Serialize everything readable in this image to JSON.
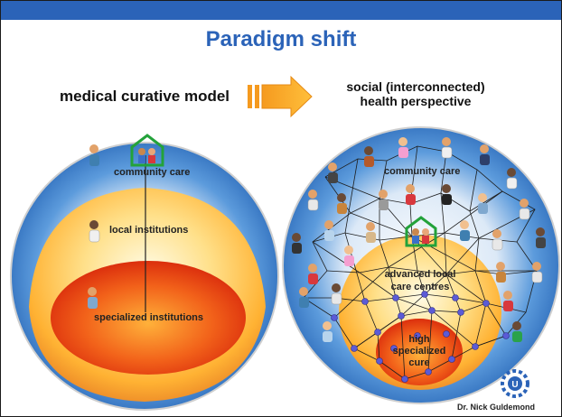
{
  "slide": {
    "title": "Paradigm shift",
    "left_heading": "medical curative model",
    "right_heading_line1": "social (interconnected)",
    "right_heading_line2": "health perspective",
    "credit": "Dr. Nick Guldemond"
  },
  "left_diagram": {
    "outer_label": "community care",
    "middle_label": "local institutions",
    "inner_label": "specialized institutions"
  },
  "right_diagram": {
    "outer_label": "community care",
    "middle_label_line1": "advanced local",
    "middle_label_line2": "care centres",
    "inner_label_line1": "high",
    "inner_label_line2": "specialized",
    "inner_label_line3": "cure"
  },
  "icons": {
    "arrow": "right-arrow-icon",
    "home": "home-icon",
    "person": "person-icon",
    "logo": "university-logo-icon"
  },
  "colors": {
    "topbar": "#2b63b8",
    "title": "#2b63b8",
    "outer_sphere": "#4a8fd6",
    "middle_sphere": "#ffb233",
    "inner_sphere": "#e82a0c",
    "network_nodes": "#5b5bd6",
    "home_outline": "#23a23a"
  }
}
